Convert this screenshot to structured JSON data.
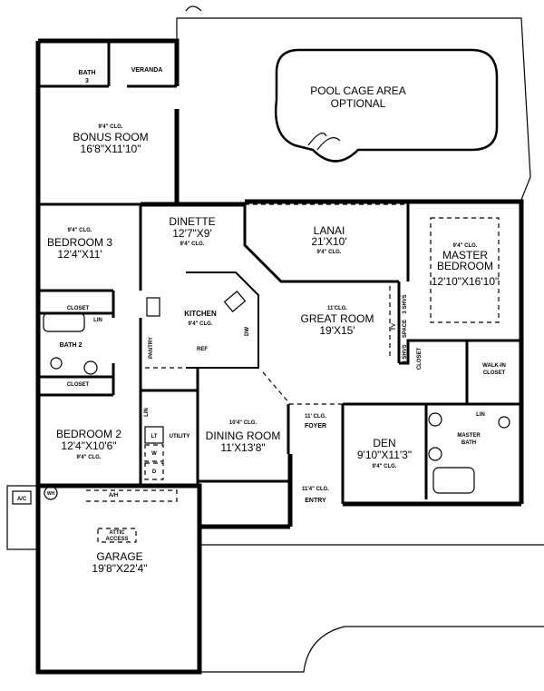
{
  "rooms": {
    "bath3": {
      "name": "BATH",
      "num": "3"
    },
    "veranda": {
      "name": "VERANDA"
    },
    "pool": {
      "name": "POOL CAGE AREA",
      "note": "OPTIONAL"
    },
    "bonus": {
      "clg": "9'4\" CLG.",
      "name": "BONUS ROOM",
      "size": "16'8\"X11'10\""
    },
    "dinette": {
      "name": "DINETTE",
      "size": "12'7\"X9'",
      "clg": "9'4\" CLG."
    },
    "lanai": {
      "name": "LANAI",
      "size": "21'X10'",
      "clg": "9'4\" CLG."
    },
    "master_bedroom": {
      "clg": "9'4\" CLG.",
      "name1": "MASTER",
      "name2": "BEDROOM",
      "size": "12'10\"X16'10\""
    },
    "bedroom3": {
      "clg": "9'4\" CLG.",
      "name": "BEDROOM 3",
      "size": "12'4\"X11'"
    },
    "kitchen": {
      "name": "KITCHEN",
      "clg": "9'4\" CLG.",
      "pantry": "PANTRY",
      "ref": "REF",
      "dw": "DW"
    },
    "great_room": {
      "clg": "11'CLG.",
      "name": "GREAT ROOM",
      "size": "19'X15'"
    },
    "bath2": {
      "name": "BATH 2",
      "closet_top": "CLOSET",
      "closet_bottom": "CLOSET",
      "lin": "LIN"
    },
    "bedroom2": {
      "name": "BEDROOM 2",
      "size": "12'4\"X10'6\"",
      "clg": "9'4\" CLG."
    },
    "utility": {
      "name": "UTILITY",
      "lin": "LIN",
      "lt": "LT",
      "w": "W",
      "d": "D"
    },
    "dining": {
      "clg": "10'4\" CLG.",
      "name": "DINING ROOM",
      "size": "11'X13'8\""
    },
    "foyer": {
      "clg": "11' CLG.",
      "name": "FOYER"
    },
    "den": {
      "name": "DEN",
      "size": "9'10\"X11'3\"",
      "clg": "9'4\" CLG."
    },
    "entry": {
      "clg": "11'4\" CLG.",
      "name": "ENTRY"
    },
    "walkin": {
      "name1": "WALK-IN",
      "name2": "CLOSET"
    },
    "master_bath": {
      "name1": "MASTER",
      "name2": "BATH",
      "lin": "LIN"
    },
    "media": {
      "shvs1": "3 SHVS",
      "tv": "TV",
      "space": "SPACE",
      "shvs2": "3 SHVS",
      "closet": "CLOSET"
    },
    "garage": {
      "attic1": "ATTIC",
      "attic2": "ACCESS",
      "name": "GARAGE",
      "size": "19'8\"X22'4\"",
      "ac": "A/C",
      "wh": "WH",
      "ah": "A/H"
    }
  }
}
